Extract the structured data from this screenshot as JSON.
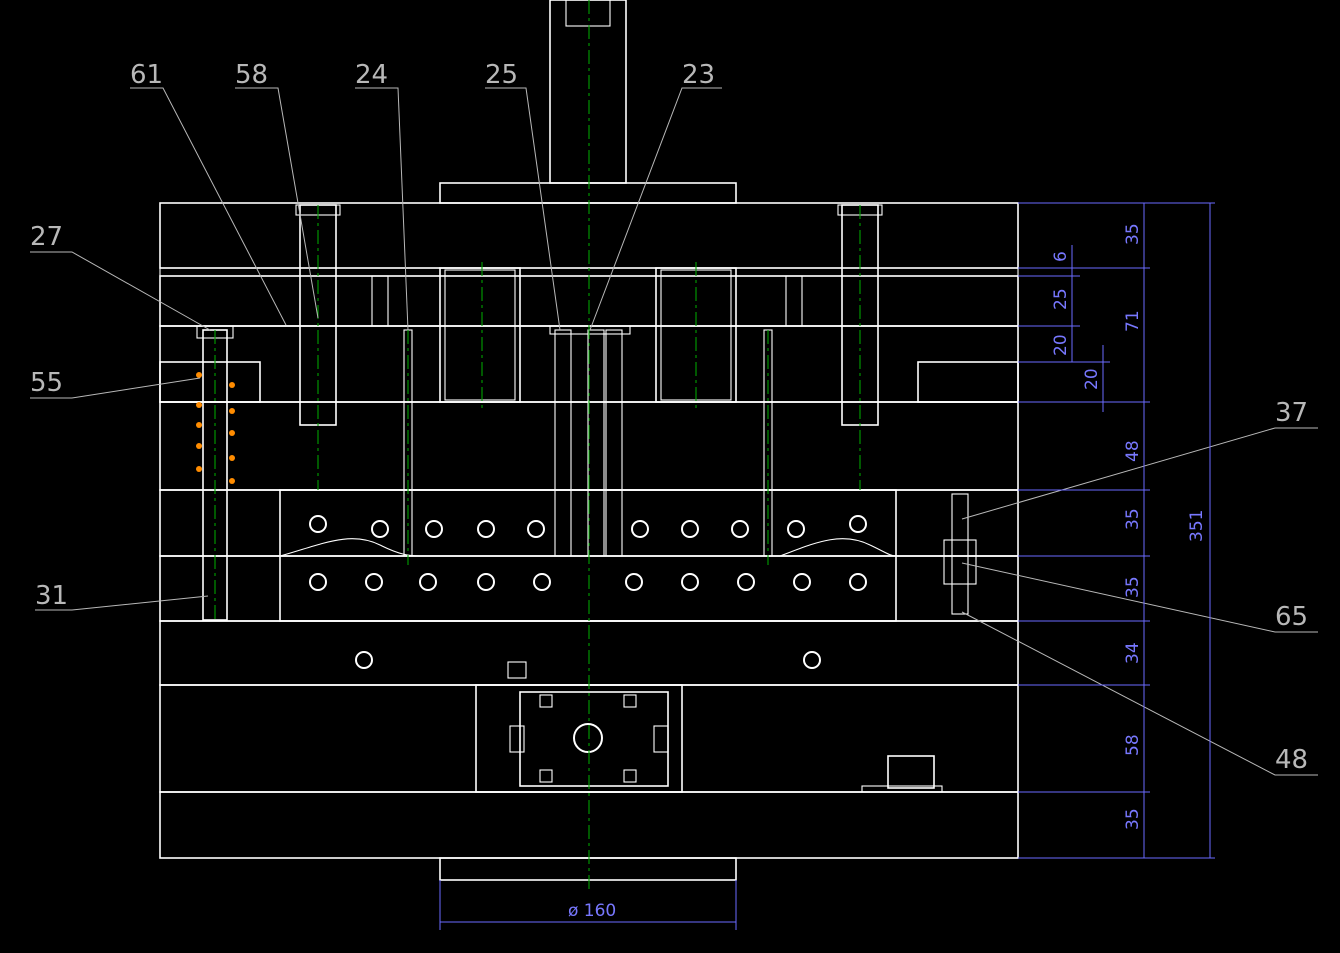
{
  "colors": {
    "background": "#000000",
    "outline": "#ffffff",
    "hatch": "#a0522d",
    "centerline": "#00a000",
    "dimension": "#6a6aff",
    "leader": "#b8b8b8",
    "spring": "#ff8c00"
  },
  "callouts": {
    "top": [
      "61",
      "58",
      "24",
      "25",
      "23"
    ],
    "left": [
      "27",
      "55",
      "31"
    ],
    "right": [
      "37",
      "65",
      "48"
    ]
  },
  "dimensions": {
    "inner": [
      "6",
      "25",
      "20",
      "20"
    ],
    "stack": [
      "35",
      "71",
      "48",
      "35",
      "35",
      "34",
      "58",
      "35"
    ],
    "overall": "351",
    "ring": "ø 160"
  }
}
